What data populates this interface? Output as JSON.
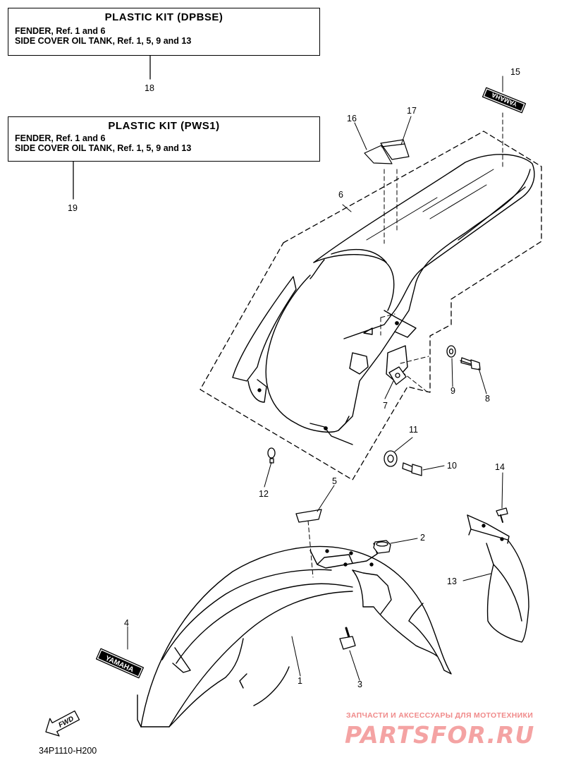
{
  "kits": [
    {
      "title": "PLASTIC KIT (DPBSE)",
      "lines": [
        "FENDER, Ref. 1 and 6",
        "SIDE COVER OIL TANK, Ref. 1, 5, 9 and 13"
      ],
      "ref": "18"
    },
    {
      "title": "PLASTIC KIT (PWS1)",
      "lines": [
        "FENDER, Ref. 1 and 6",
        "SIDE COVER OIL TANK, Ref. 1, 5, 9 and 13"
      ],
      "ref": "19"
    }
  ],
  "callouts": [
    "1",
    "2",
    "3",
    "4",
    "5",
    "6",
    "7",
    "8",
    "9",
    "10",
    "11",
    "12",
    "13",
    "14",
    "15",
    "16",
    "17"
  ],
  "decals": {
    "brand": "YAMAHA",
    "direction": "FWD"
  },
  "diagram_code": "34P1110-H200",
  "watermark": {
    "tagline": "ЗАПЧАСТИ И АКСЕССУАРЫ ДЛЯ МОТОТЕХНИКИ",
    "site": "PARTSFOR.RU"
  }
}
